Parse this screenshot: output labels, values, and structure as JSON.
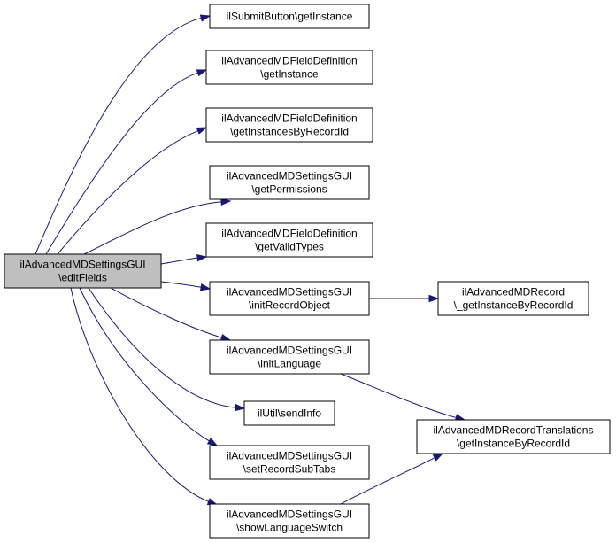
{
  "diagram": {
    "edge_color": "#191970",
    "root_fill": "#bfbfbf",
    "node_fill": "#ffffff",
    "nodes": [
      {
        "id": "root",
        "lines": [
          "ilAdvancedMDSettingsGUI",
          "\\editFields"
        ],
        "root": true
      },
      {
        "id": "n1",
        "lines": [
          "ilSubmitButton\\getInstance"
        ]
      },
      {
        "id": "n2",
        "lines": [
          "ilAdvancedMDFieldDefinition",
          "\\getInstance"
        ]
      },
      {
        "id": "n3",
        "lines": [
          "ilAdvancedMDFieldDefinition",
          "\\getInstancesByRecordId"
        ]
      },
      {
        "id": "n4",
        "lines": [
          "ilAdvancedMDSettingsGUI",
          "\\getPermissions"
        ]
      },
      {
        "id": "n5",
        "lines": [
          "ilAdvancedMDFieldDefinition",
          "\\getValidTypes"
        ]
      },
      {
        "id": "n6",
        "lines": [
          "ilAdvancedMDSettingsGUI",
          "\\initRecordObject"
        ]
      },
      {
        "id": "n7",
        "lines": [
          "ilAdvancedMDRecord",
          "\\_getInstanceByRecordId"
        ]
      },
      {
        "id": "n8",
        "lines": [
          "ilAdvancedMDSettingsGUI",
          "\\initLanguage"
        ]
      },
      {
        "id": "n9",
        "lines": [
          "ilAdvancedMDRecordTranslations",
          "\\getInstanceByRecordId"
        ]
      },
      {
        "id": "n10",
        "lines": [
          "ilUtil\\sendInfo"
        ]
      },
      {
        "id": "n11",
        "lines": [
          "ilAdvancedMDSettingsGUI",
          "\\setRecordSubTabs"
        ]
      },
      {
        "id": "n12",
        "lines": [
          "ilAdvancedMDSettingsGUI",
          "\\showLanguageSwitch"
        ]
      }
    ],
    "edges": [
      {
        "from": "root",
        "to": "n1"
      },
      {
        "from": "root",
        "to": "n2"
      },
      {
        "from": "root",
        "to": "n3"
      },
      {
        "from": "root",
        "to": "n4"
      },
      {
        "from": "root",
        "to": "n5"
      },
      {
        "from": "root",
        "to": "n6"
      },
      {
        "from": "root",
        "to": "n8"
      },
      {
        "from": "root",
        "to": "n10"
      },
      {
        "from": "root",
        "to": "n11"
      },
      {
        "from": "root",
        "to": "n12"
      },
      {
        "from": "n6",
        "to": "n7"
      },
      {
        "from": "n8",
        "to": "n9"
      },
      {
        "from": "n12",
        "to": "n9"
      }
    ]
  }
}
